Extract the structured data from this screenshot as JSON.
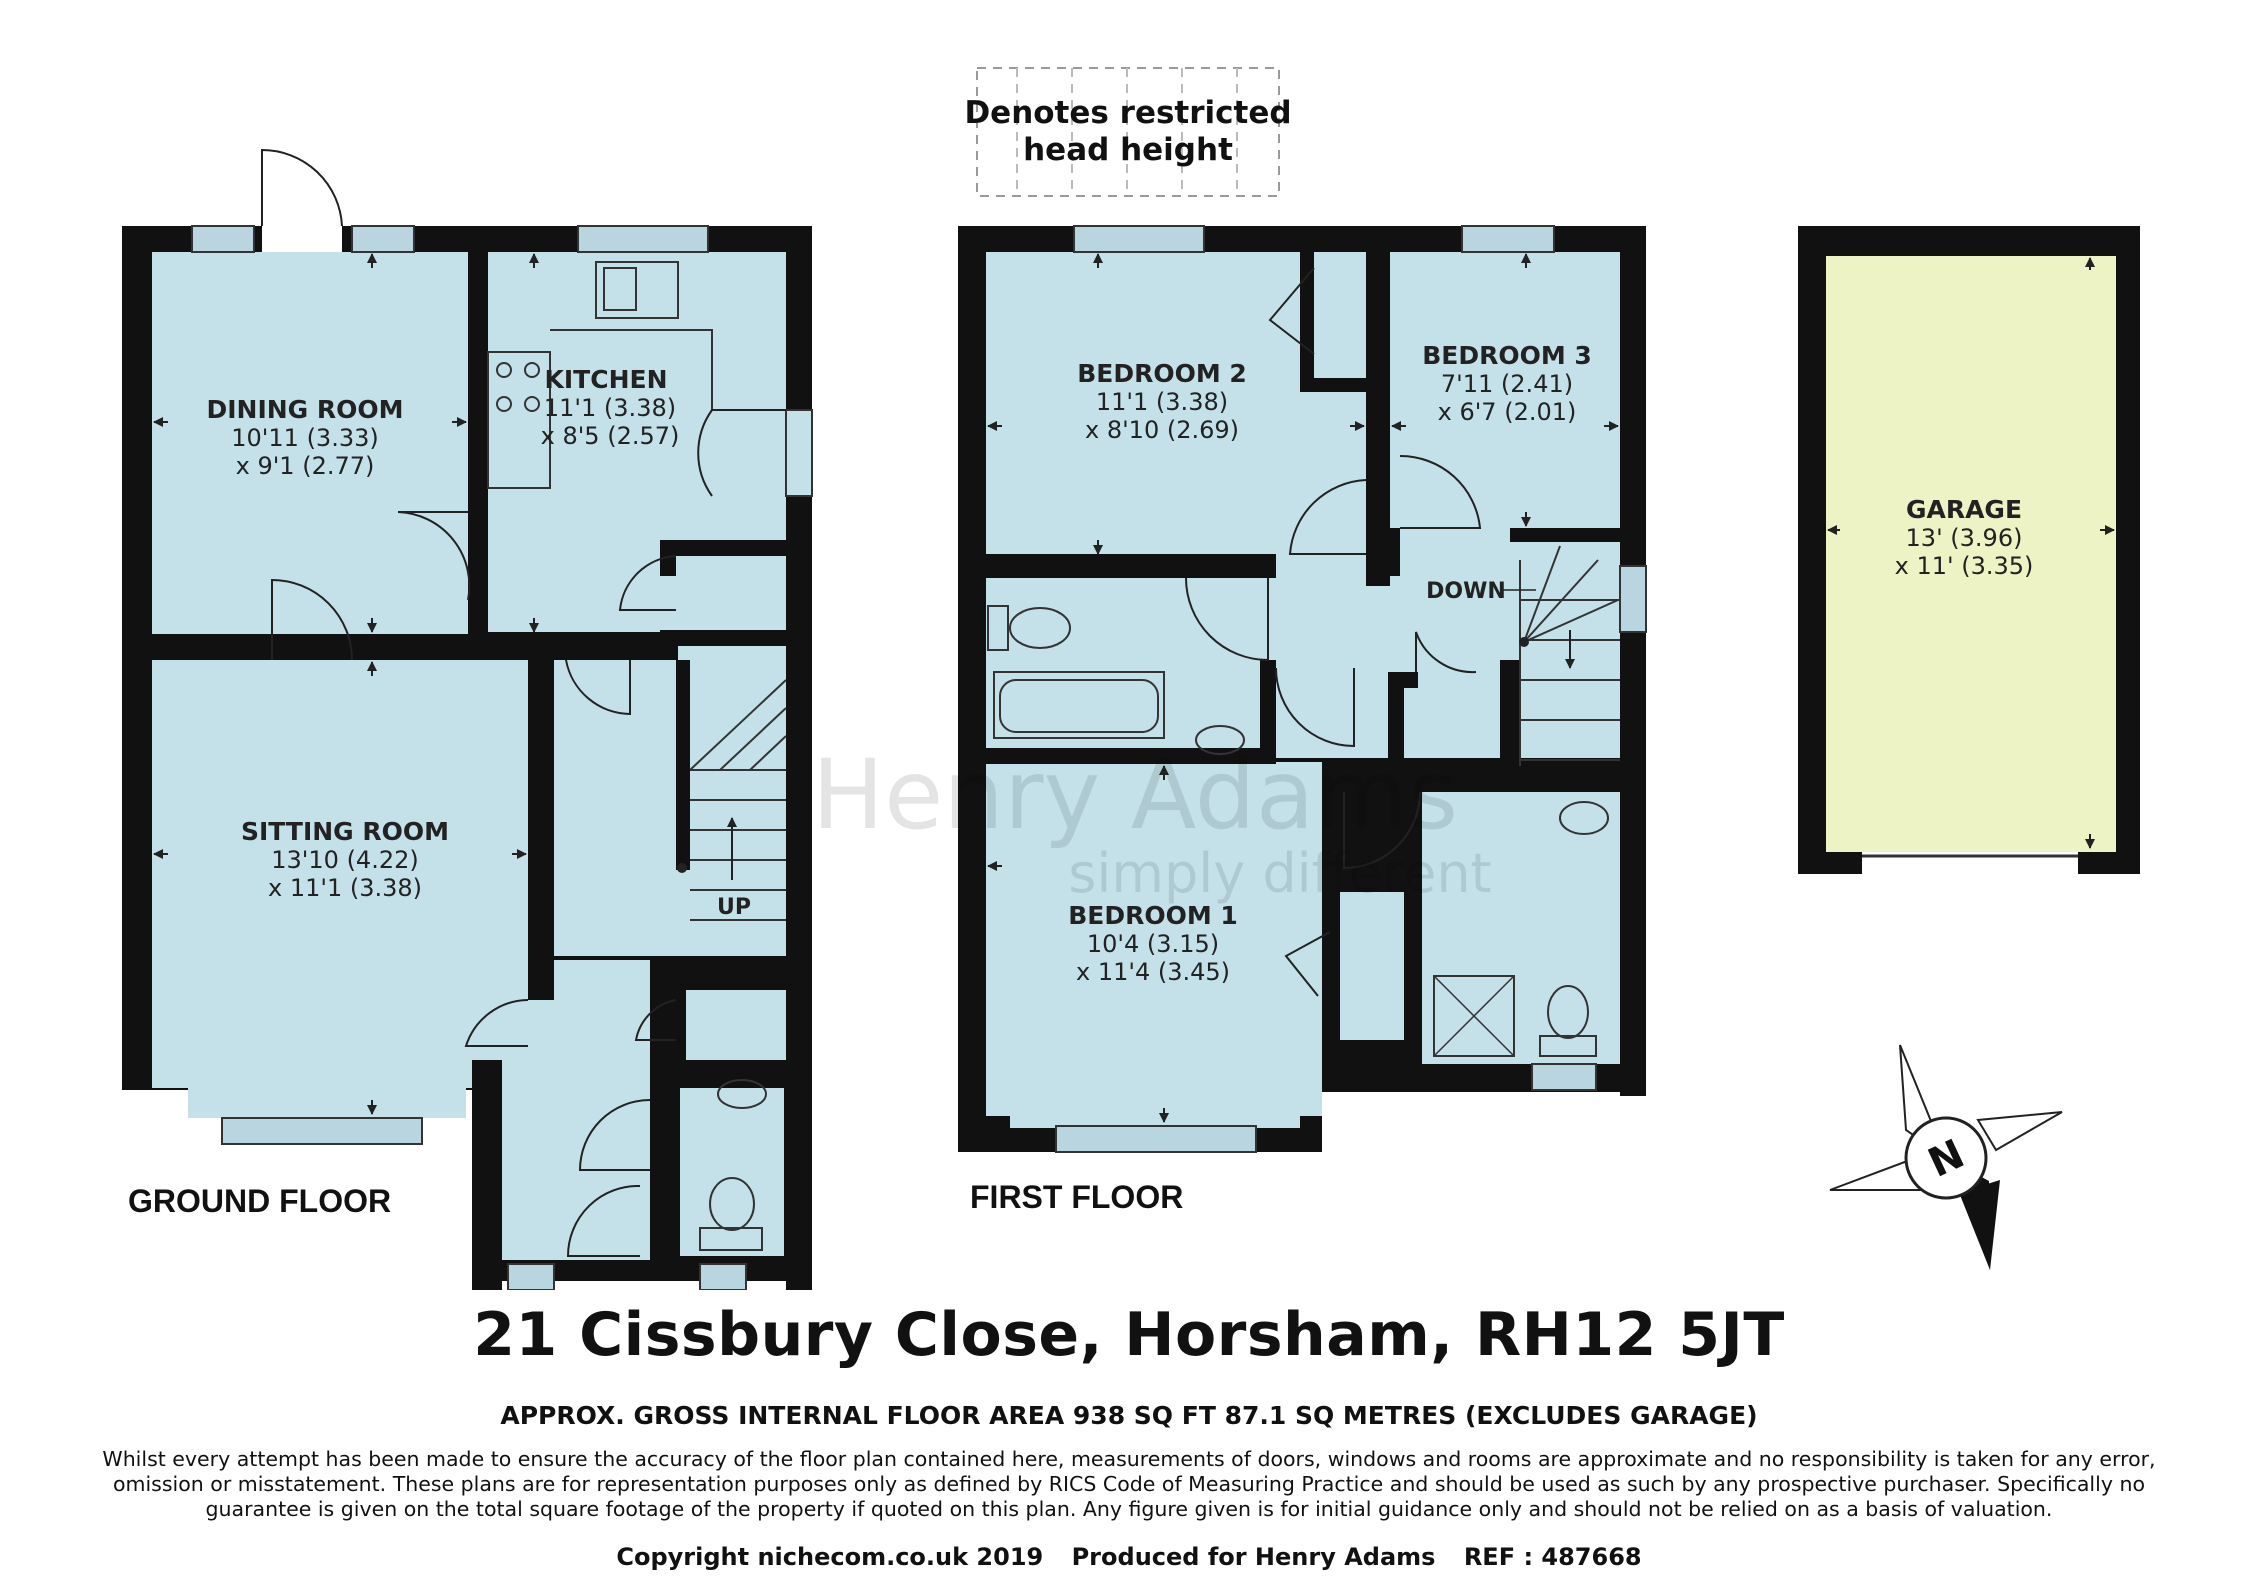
{
  "legend": {
    "line1": "Denotes restricted",
    "line2": "head height"
  },
  "floors": {
    "ground": "GROUND FLOOR",
    "first": "FIRST FLOOR"
  },
  "rooms": {
    "dining": {
      "name": "DINING ROOM",
      "dim1": "10'11 (3.33)",
      "dim2": "x 9'1 (2.77)"
    },
    "kitchen": {
      "name": "KITCHEN",
      "dim1": "11'1 (3.38)",
      "dim2": "x 8'5 (2.57)"
    },
    "sitting": {
      "name": "SITTING ROOM",
      "dim1": "13'10 (4.22)",
      "dim2": "x 11'1 (3.38)"
    },
    "bedroom2": {
      "name": "BEDROOM 2",
      "dim1": "11'1 (3.38)",
      "dim2": "x 8'10 (2.69)"
    },
    "bedroom3": {
      "name": "BEDROOM 3",
      "dim1": "7'11 (2.41)",
      "dim2": "x 6'7 (2.01)"
    },
    "bedroom1": {
      "name": "BEDROOM 1",
      "dim1": "10'4 (3.15)",
      "dim2": "x 11'4 (3.45)"
    },
    "garage": {
      "name": "GARAGE",
      "dim1": "13' (3.96)",
      "dim2": "x 11' (3.35)"
    }
  },
  "stairs": {
    "up": "UP",
    "down": "DOWN"
  },
  "compass": {
    "letter": "N"
  },
  "watermark": {
    "line1": "Henry Adams",
    "line2": "simply different"
  },
  "address": "21 Cissbury Close, Horsham, RH12 5JT",
  "area": "APPROX. GROSS INTERNAL FLOOR AREA 938 SQ FT 87.1 SQ METRES (EXCLUDES GARAGE)",
  "disclaimer": "Whilst every attempt has been made to ensure the accuracy of the floor plan contained here, measurements of doors, windows and rooms are approximate and no responsibility is taken for any error, omission or misstatement. These plans are for representation purposes only as defined by RICS Code of Measuring Practice and should be used as such by any prospective purchaser.  Specifically no guarantee is given on the total square footage of the property if quoted on this plan. Any figure given is for initial guidance only and should not be relied on as a basis of valuation.",
  "credits": {
    "copyright": "Copyright nichecom.co.uk 2019",
    "produced": "Produced for Henry Adams",
    "ref": "REF : 487668"
  },
  "colors": {
    "wall": "#111111",
    "floor": "#c4e1ea",
    "garage_floor": "#eef3c6",
    "window": "#b9d6e0"
  }
}
